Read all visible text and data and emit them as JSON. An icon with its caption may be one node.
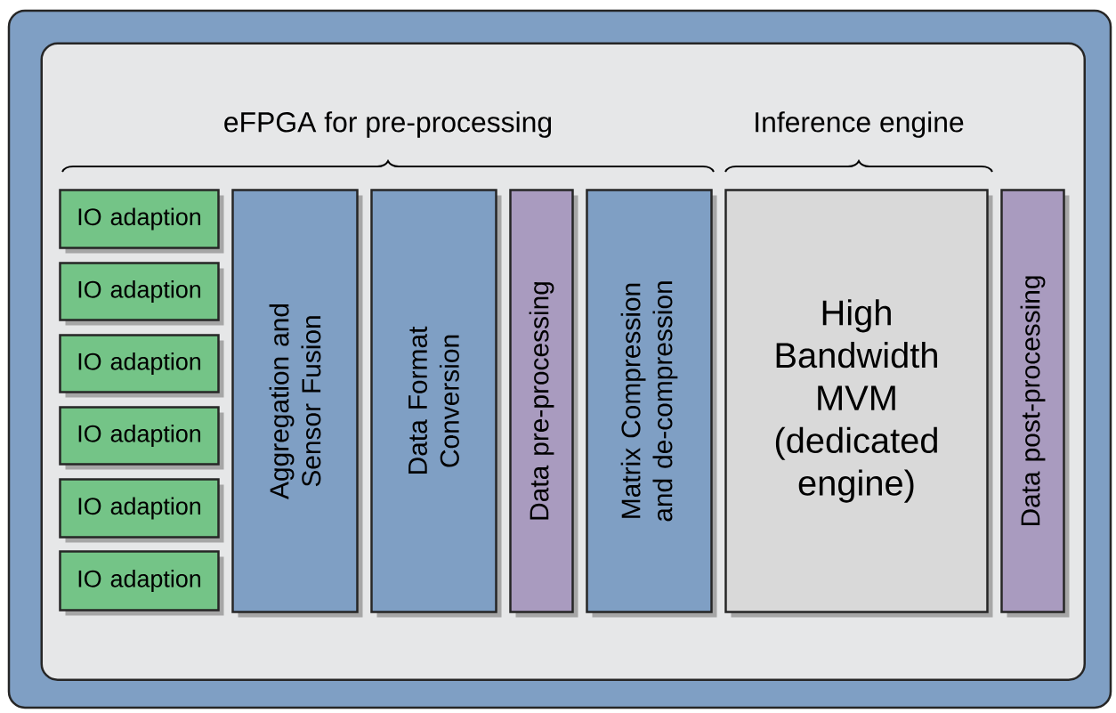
{
  "diagram": {
    "nodes": [
      {
        "text": [],
        "shape": "box"
      },
      {
        "text": [],
        "shape": "box",
        "in": 0
      },
      {
        "text": [
          "IO adaption"
        ],
        "in": 1
      },
      {
        "text": [
          "IO adaption"
        ],
        "in": 1
      },
      {
        "text": [
          "IO adaption"
        ],
        "in": 1
      },
      {
        "text": [
          "IO adaption"
        ],
        "in": 1
      },
      {
        "text": [
          "IO adaption"
        ],
        "in": 1
      },
      {
        "text": [
          "IO adaption"
        ],
        "in": 1
      },
      {
        "text": [
          "Aggregation and Sensor Fusion"
        ],
        "in": 1
      },
      {
        "text": [
          "Data Format Conversion"
        ],
        "in": 1
      },
      {
        "text": [
          "Data pre-processing"
        ],
        "in": 1
      },
      {
        "text": [
          "Matrix Compression and de-compression"
        ],
        "in": 1
      },
      {
        "text": [
          "High Bandwidth MVM (dedicated engine)"
        ],
        "in": 1
      },
      {
        "text": [
          "Data post-processing"
        ],
        "in": 1
      }
    ],
    "labels": [
      "eFPGA for pre-processing",
      "Inference engine"
    ]
  }
}
